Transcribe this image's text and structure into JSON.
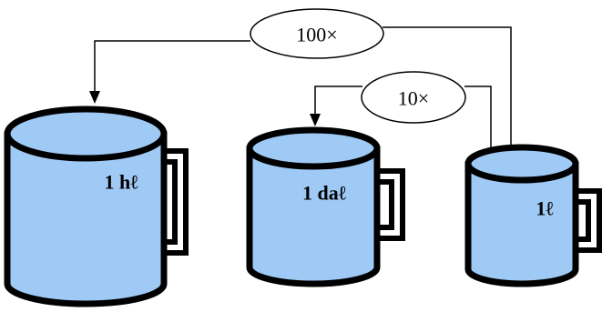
{
  "colors": {
    "liquid": "#9fcaf6",
    "outline": "#000000"
  },
  "mugs": [
    {
      "label": "1 hℓ"
    },
    {
      "label": "1 daℓ"
    },
    {
      "label": "1ℓ"
    }
  ],
  "conversions": [
    {
      "label": "100×"
    },
    {
      "label": "10×"
    }
  ]
}
